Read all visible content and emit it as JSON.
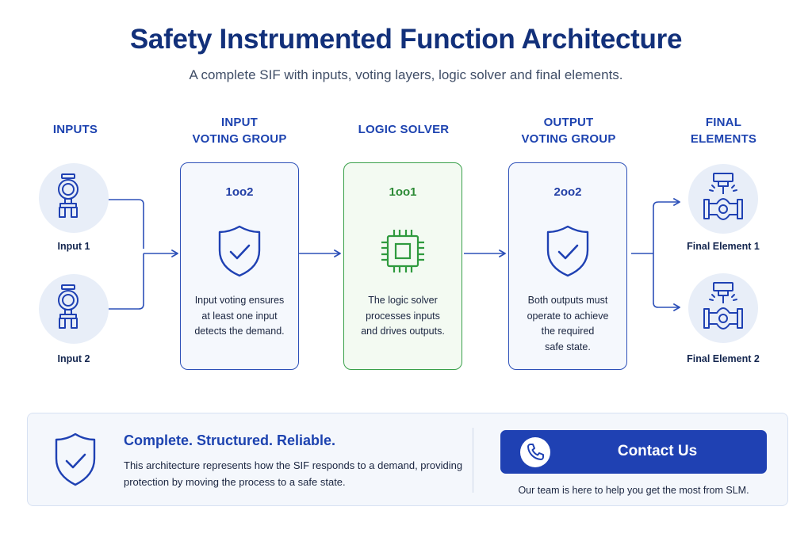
{
  "title": "Safety Instrumented Function Architecture",
  "subtitle": "A complete SIF with inputs, voting layers, logic solver and final elements.",
  "columns": {
    "inputs": "INPUTS",
    "input_voting": "INPUT\nVOTING GROUP",
    "logic_solver": "LOGIC SOLVER",
    "output_voting": "OUTPUT\nVOTING GROUP",
    "final_elements": "FINAL\nELEMENTS"
  },
  "inputs": [
    {
      "label": "Input 1",
      "icon": "pressure-transmitter-icon"
    },
    {
      "label": "Input 2",
      "icon": "pressure-transmitter-icon"
    }
  ],
  "input_voting": {
    "vote": "1oo2",
    "icon": "shield-check-icon",
    "description": "Input voting ensures\nat least one input\ndetects the demand."
  },
  "logic_solver": {
    "vote": "1oo1",
    "icon": "chip-icon",
    "description": "The logic solver\nprocesses inputs\nand drives outputs."
  },
  "output_voting": {
    "vote": "2oo2",
    "icon": "shield-check-icon",
    "description": "Both outputs must\noperate to achieve\nthe required\nsafe state."
  },
  "final_elements": [
    {
      "label": "Final Element 1",
      "icon": "valve-icon"
    },
    {
      "label": "Final Element 2",
      "icon": "valve-icon"
    }
  ],
  "banner": {
    "heading": "Complete. Structured. Reliable.",
    "text": "This architecture represents how the SIF responds to a demand, providing protection by moving the process to a safe state.",
    "button_label": "Contact Us",
    "note": "Our team is here to help you get the most from SLM."
  },
  "colors": {
    "primary": "#1f41b3",
    "heading": "#12307a",
    "logic_green": "#39a04a",
    "circle_bg": "#e8eef8"
  }
}
